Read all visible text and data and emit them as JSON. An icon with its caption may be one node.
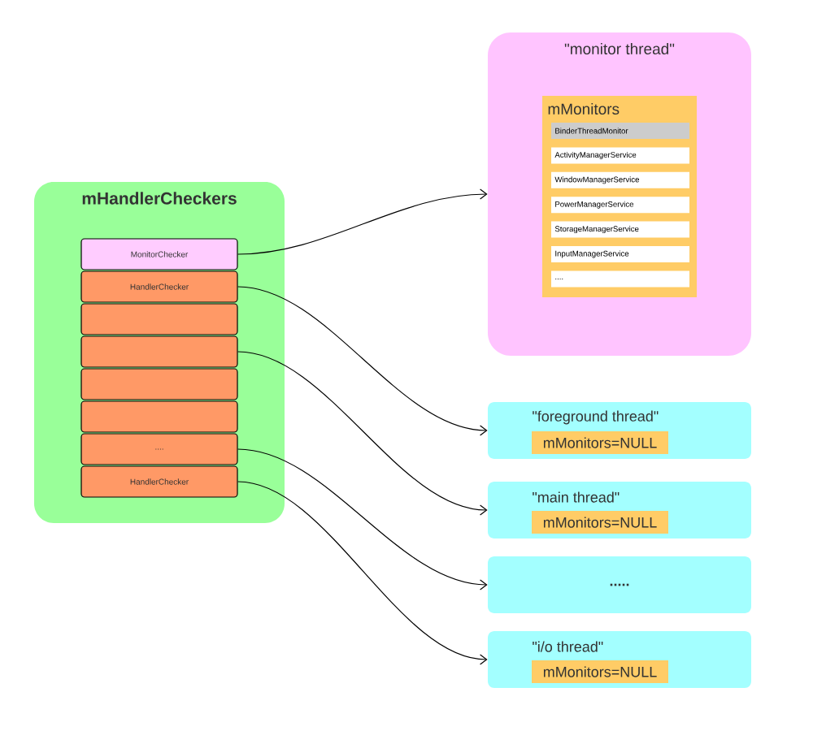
{
  "diagram": {
    "nodes": [
      {
        "text": [
          "mHandlerCheckers"
        ]
      },
      {
        "text": [
          "MonitorChecker"
        ],
        "in": 0
      },
      {
        "text": [
          "HandlerChecker"
        ],
        "in": 0
      },
      {
        "text": [],
        "shape": "box",
        "in": 0
      },
      {
        "text": [],
        "shape": "box",
        "in": 0
      },
      {
        "text": [],
        "shape": "box",
        "in": 0
      },
      {
        "text": [],
        "shape": "box",
        "in": 0
      },
      {
        "text": [
          "...."
        ],
        "in": 0
      },
      {
        "text": [
          "HandlerChecker"
        ],
        "in": 0
      },
      {
        "text": [
          "\"monitor thread\""
        ]
      },
      {
        "text": [
          "mMonitors"
        ],
        "in": 9
      },
      {
        "text": [
          "BinderThreadMonitor"
        ],
        "in": 10
      },
      {
        "text": [
          "ActivityManagerService"
        ],
        "in": 10
      },
      {
        "text": [
          "WindowManagerService"
        ],
        "in": 10
      },
      {
        "text": [
          "PowerManagerService"
        ],
        "in": 10
      },
      {
        "text": [
          "StorageManagerService"
        ],
        "in": 10
      },
      {
        "text": [
          "InputManagerService"
        ],
        "in": 10
      },
      {
        "text": [
          "...."
        ],
        "in": 10
      },
      {
        "text": [
          "\"foreground thread\""
        ]
      },
      {
        "text": [
          "mMonitors=NULL"
        ],
        "in": 18
      },
      {
        "text": [
          "\"main thread\""
        ]
      },
      {
        "text": [
          "mMonitors=NULL"
        ],
        "in": 20
      },
      {
        "text": [
          "....."
        ]
      },
      {
        "text": [
          "\"i/o thread\""
        ]
      },
      {
        "text": [
          "mMonitors=NULL"
        ],
        "in": 23
      }
    ],
    "edges": [
      {
        "from": 1,
        "to": 9,
        "arrow": "to"
      },
      {
        "from": 2,
        "to": 18,
        "arrow": "to"
      },
      {
        "from": 4,
        "to": 20,
        "arrow": "to"
      },
      {
        "from": 7,
        "to": 22,
        "arrow": "to"
      },
      {
        "from": 8,
        "to": 23,
        "arrow": "to"
      }
    ]
  }
}
